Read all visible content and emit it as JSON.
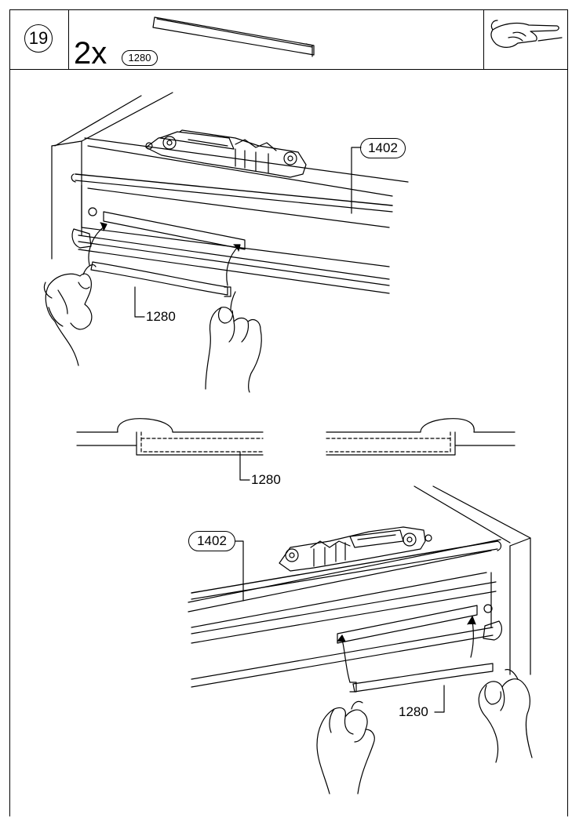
{
  "header": {
    "step_number": "19",
    "quantity": "2x",
    "part_badge": "1280"
  },
  "icons": {
    "tip": "pointing-hand-icon"
  },
  "labels": {
    "top_callout": "1402",
    "top_part": "1280",
    "section_part": "1280",
    "bottom_callout": "1402",
    "bottom_part": "1280"
  }
}
